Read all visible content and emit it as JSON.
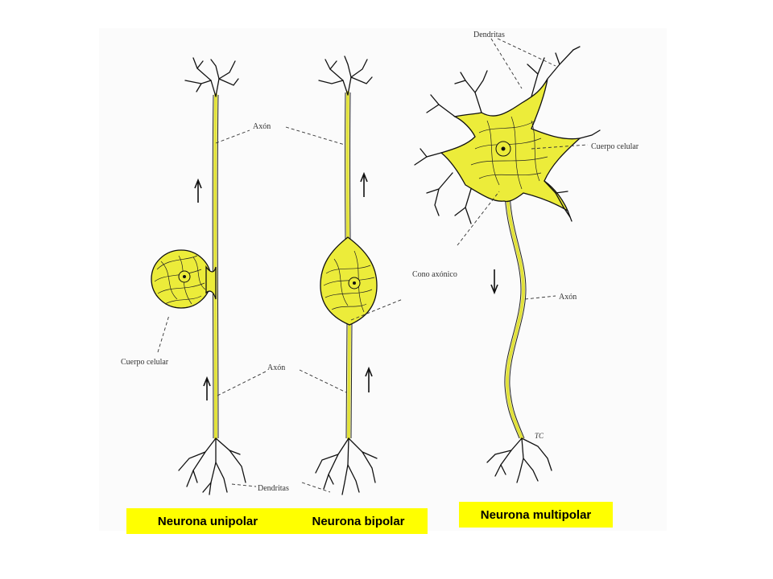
{
  "captions": {
    "unipolar": "Neurona unipolar",
    "bipolar": "Neurona bipolar",
    "multipolar": "Neurona multipolar"
  },
  "labels": {
    "axon_top": "Axón",
    "axon_bottom": "Axón",
    "axon_multi": "Axón",
    "cuerpo_left": "Cuerpo celular",
    "cuerpo_right": "Cuerpo celular",
    "cono": "Cono axónico",
    "dendritas_top": "Dendritas",
    "dendritas_bottom": "Dendritas",
    "signature": "TC"
  },
  "colors": {
    "caption_bg": "#ffff00",
    "cell_fill": "#ecec3a"
  }
}
